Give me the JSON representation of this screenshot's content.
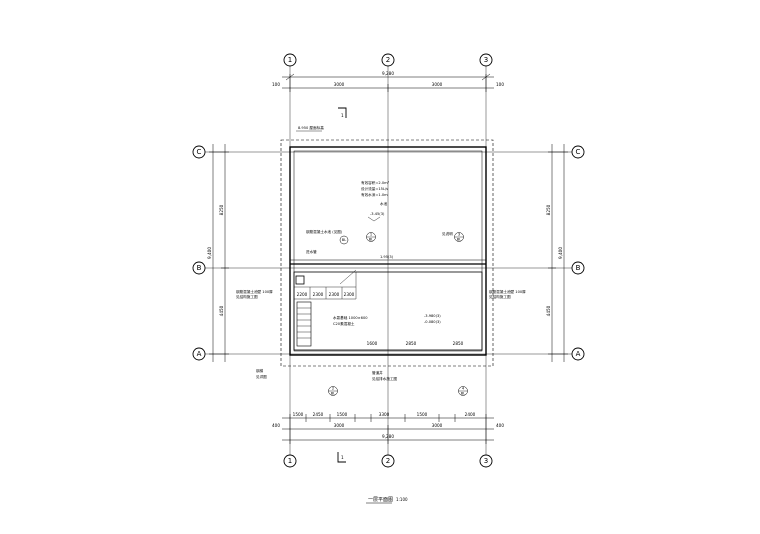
{
  "drawing": {
    "title": "一层平面图",
    "scale": "1:100",
    "axes": {
      "numbered": [
        "1",
        "2",
        "3"
      ],
      "lettered": [
        "A",
        "B",
        "C"
      ]
    },
    "dimensions": {
      "top_overall": "9,280",
      "top_span_left": "3000",
      "top_span_right": "3000",
      "bottom_overall": "9,280",
      "bottom_span_left": "3000",
      "bottom_span_right": "3000",
      "bottom_segments": [
        "1500",
        "2450",
        "1500",
        "3300",
        "1500",
        "2400"
      ],
      "left_overall": "9,400",
      "left_upper": "8250",
      "left_lower": "4450",
      "right_overall": "9,400",
      "right_upper": "8250",
      "right_lower": "4450",
      "interior_row": [
        "2200",
        "2300",
        "2300",
        "2300"
      ],
      "interior_bottom": [
        "1600",
        "2850",
        "2850"
      ],
      "edge_small": [
        "100",
        "100",
        "400",
        "400"
      ]
    },
    "section_marks": [
      "1",
      "1"
    ],
    "detail_marks": [
      "1",
      "3",
      "2",
      "4"
    ],
    "detail_sheet": "BL",
    "elevations": [
      "-3.45(3)",
      "1.95(3)",
      "-3.980(3)",
      "-0.080(3)"
    ],
    "notes": {
      "roof_note": "8.950 屋面标高",
      "pool_spec": [
        "有效容积=2.0m³",
        "设计流量=15L/s",
        "有效水深=1.0m",
        "水池"
      ],
      "edge_note": "钢筋混凝土水池 (见图)",
      "inner_note": "见说明",
      "left_note_1": "钢筋混凝土池壁 100厚",
      "left_note_2": "见结构施工图",
      "right_note_1": "钢筋混凝土池壁 100厚",
      "right_note_2": "见结构施工图",
      "stair_note_1": "钢梯",
      "stair_note_2": "见详图",
      "pump_note_1": "水泵基础 1000×600",
      "pump_note_2": "C20素混凝土",
      "pipe_note": "进水管",
      "bottom_note_1": "管道井",
      "bottom_note_2": "见给排水施工图"
    }
  }
}
